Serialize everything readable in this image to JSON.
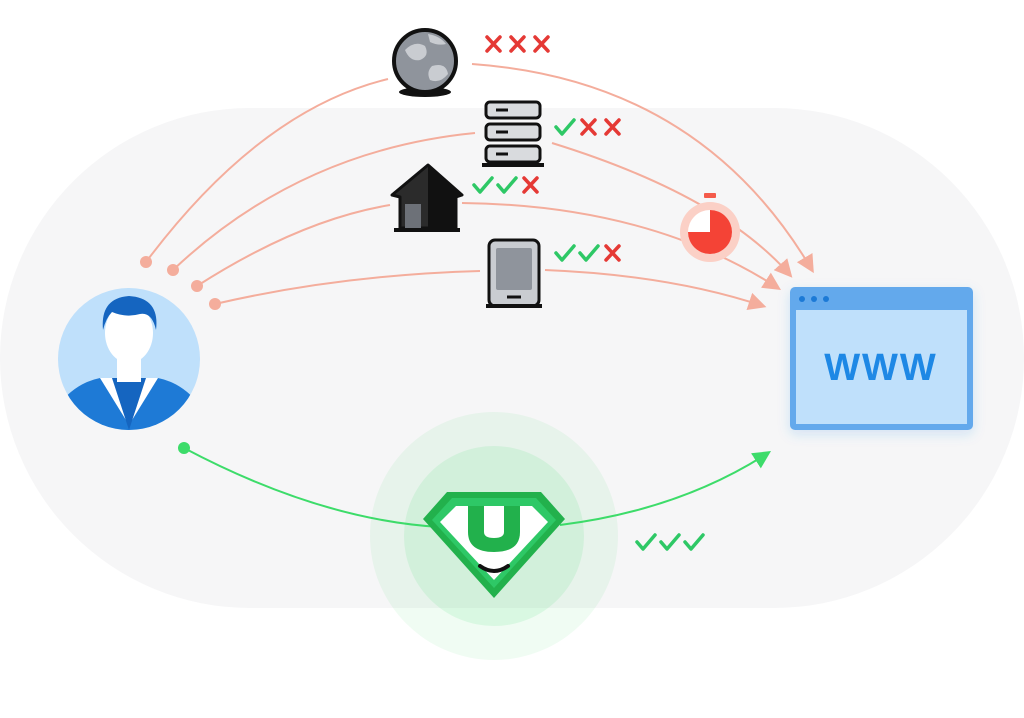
{
  "colors": {
    "backdrop": "#f6f6f7",
    "red_line": "#f4ad9c",
    "red_mark": "#e53935",
    "green": "#3ddc6a",
    "green_mark": "#2ec866",
    "blue": "#1e88e5",
    "browser_frame": "#64a9ec",
    "browser_body": "#bfe0fb",
    "timer": "#f45b4b"
  },
  "user": {
    "icon": "user-avatar-icon"
  },
  "website": {
    "icon": "browser-window-icon",
    "label": "WWW"
  },
  "routes": [
    {
      "name": "public-proxy",
      "icon": "globe-icon",
      "marks": [
        "x",
        "x",
        "x"
      ]
    },
    {
      "name": "datacenter-proxy",
      "icon": "server-icon",
      "marks": [
        "check",
        "x",
        "x"
      ]
    },
    {
      "name": "residential-proxy",
      "icon": "house-icon",
      "marks": [
        "check",
        "check",
        "x"
      ]
    },
    {
      "name": "mobile-proxy",
      "icon": "phone-icon",
      "marks": [
        "check",
        "check",
        "x"
      ]
    }
  ],
  "timer": {
    "icon": "stopwatch-icon"
  },
  "hero_route": {
    "icon": "superhero-shield-icon",
    "marks": [
      "check",
      "check",
      "check"
    ]
  }
}
